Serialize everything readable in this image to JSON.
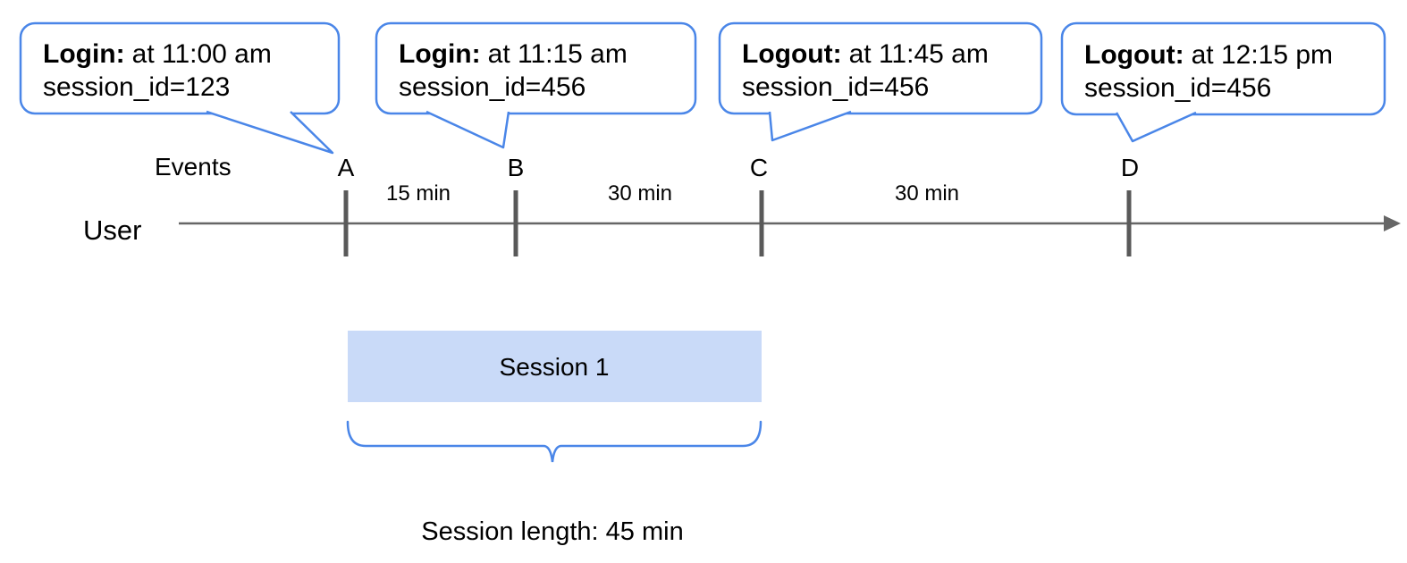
{
  "diagram": {
    "events_label": "Events",
    "user_label": "User"
  },
  "events": [
    {
      "tick": "A",
      "action": "Login:",
      "time": "at 11:00 am",
      "session": "session_id=123"
    },
    {
      "tick": "B",
      "action": "Login:",
      "time": "at 11:15 am",
      "session": "session_id=456"
    },
    {
      "tick": "C",
      "action": "Logout:",
      "time": "at 11:45 am",
      "session": "session_id=456"
    },
    {
      "tick": "D",
      "action": "Logout:",
      "time": "at 12:15 pm",
      "session": "session_id=456"
    }
  ],
  "intervals": [
    "15 min",
    "30 min",
    "30 min"
  ],
  "session": {
    "label": "Session 1",
    "length_caption": "Session length: 45 min"
  },
  "colors": {
    "accent_blue": "#4a86e8",
    "session_fill": "#c9daf8",
    "axis_gray": "#666666",
    "tick_gray": "#595959",
    "text": "#000000"
  }
}
